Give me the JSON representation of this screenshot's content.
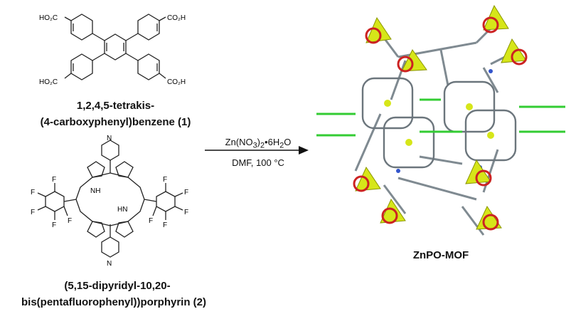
{
  "compound1": {
    "groups": [
      "HO₂C",
      "CO₂H",
      "HO₂C",
      "CO₂H"
    ],
    "name_line1": "1,2,4,5-tetrakis-",
    "name_line2": "(4-carboxyphenyl)benzene (1)"
  },
  "compound2": {
    "atoms": {
      "nh1": "NH",
      "hn2": "HN",
      "n_top": "N",
      "n_bottom": "N",
      "f": "F"
    },
    "name_line1": "(5,15-dipyridyl-10,20-",
    "name_line2": "bis(pentafluorophenyl))porphyrin (2)"
  },
  "reaction": {
    "reagent_prefix": "Zn(NO",
    "reagent_sub1": "3",
    "reagent_mid": ")",
    "reagent_sub2": "2",
    "reagent_suffix": "•6H",
    "reagent_sub3": "2",
    "reagent_end": "O",
    "conditions": "DMF, 100 °C"
  },
  "product": {
    "label": "ZnPO-MOF",
    "colors": {
      "framework": "#7f8a91",
      "zinc_polyhedra": "#d6e619",
      "oxygen": "#cc2222",
      "fluorine": "#33cc33",
      "nitrogen": "#3355cc"
    }
  }
}
